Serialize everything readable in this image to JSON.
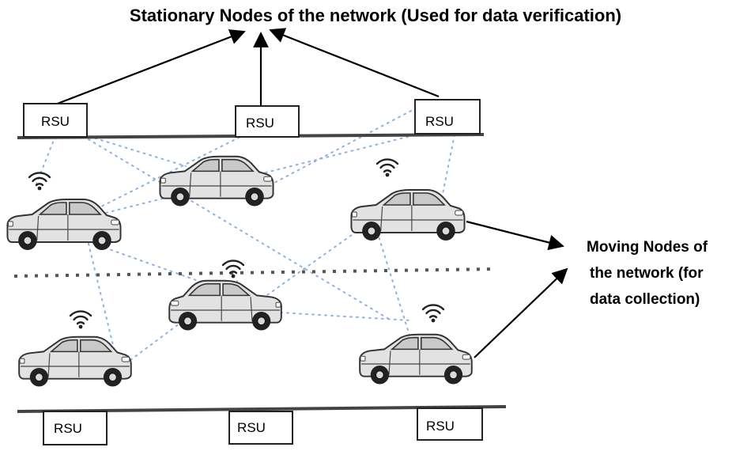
{
  "diagram": {
    "title": "Stationary Nodes of the network (Used for data verification)",
    "moving_nodes_label": [
      "Moving Nodes of",
      "the network (for",
      "data collection)"
    ],
    "rsu_label": "RSU",
    "rsus_top": [
      "RSU",
      "RSU",
      "RSU"
    ],
    "rsus_bottom": [
      "RSU",
      "RSU",
      "RSU"
    ],
    "vehicle_count": 6,
    "colors": {
      "link": "#8fb3de",
      "road": "#444444",
      "text": "#000000"
    },
    "icons": [
      "wifi-icon",
      "car-icon"
    ]
  }
}
